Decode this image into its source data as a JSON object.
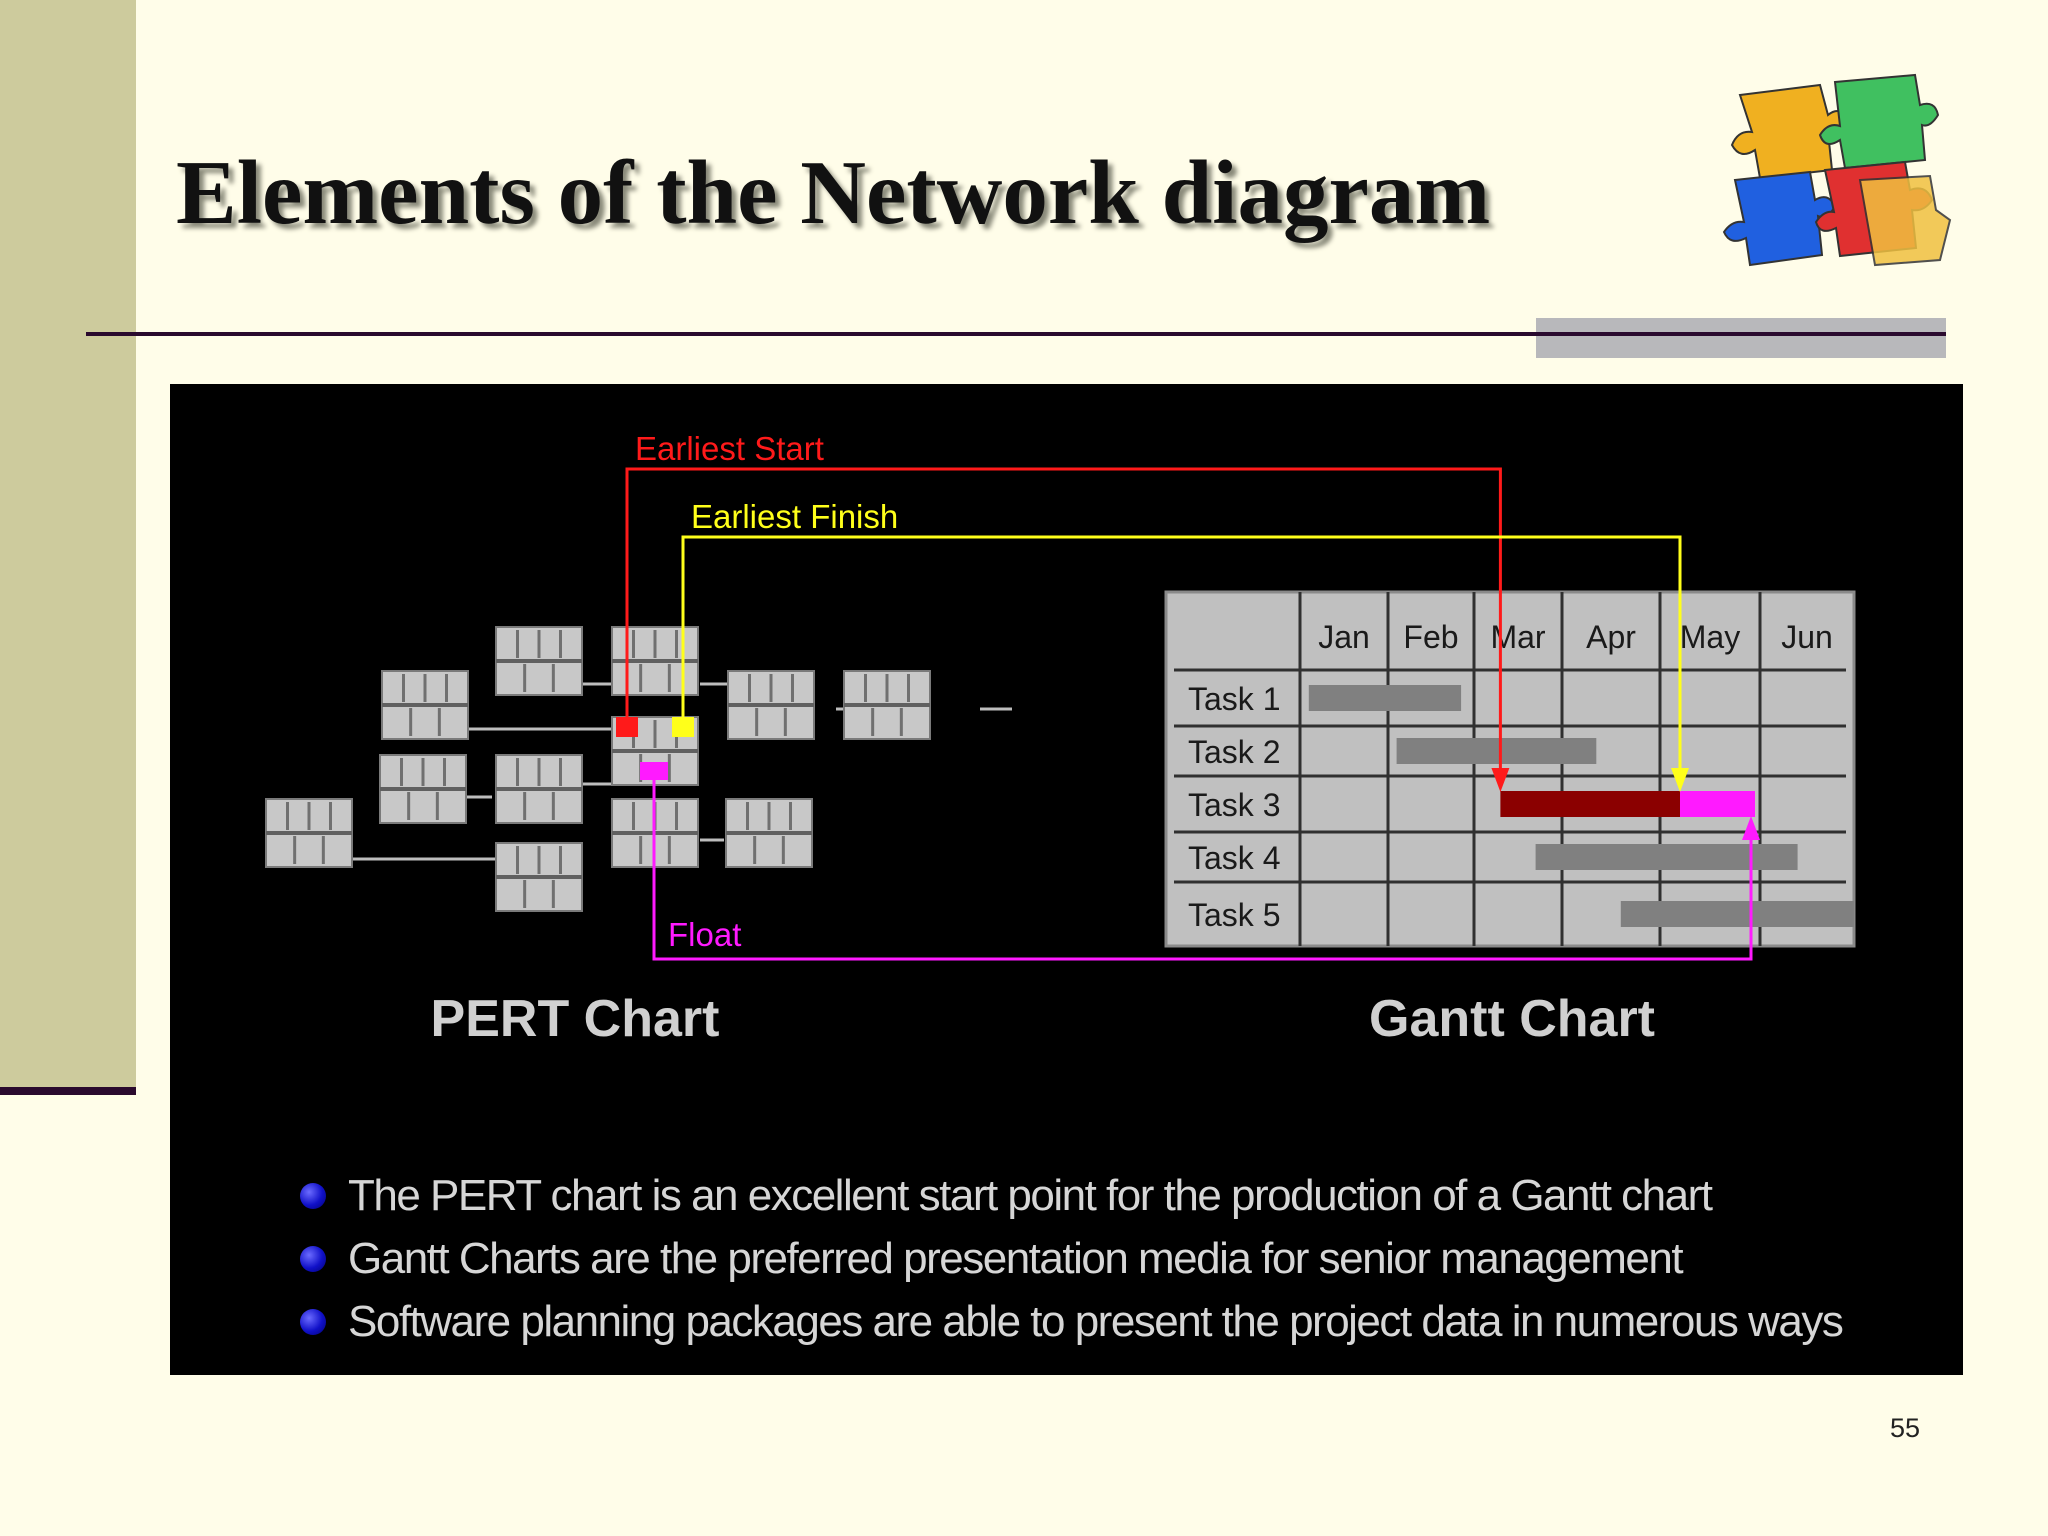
{
  "slide": {
    "title": "Elements of the Network diagram",
    "page_number": "55"
  },
  "diagram": {
    "labels": {
      "earliest_start": "Earliest Start",
      "earliest_finish": "Earliest Finish",
      "float": "Float",
      "pert_chart": "PERT Chart",
      "gantt_chart": "Gantt Chart"
    },
    "colors": {
      "earliest_start": "#ff1a1a",
      "earliest_finish": "#ffff1a",
      "float": "#ff1aff",
      "critical_bar": "#8b0000",
      "task_bar": "#808080",
      "grid_bg": "#c0c0c0"
    },
    "gantt": {
      "months": [
        "Jan",
        "Feb",
        "Mar",
        "Apr",
        "May",
        "Jun"
      ],
      "tasks": [
        {
          "name": "Task 1",
          "start": 0.1,
          "end": 1.85,
          "critical": false
        },
        {
          "name": "Task 2",
          "start": 1.1,
          "end": 3.35,
          "critical": false
        },
        {
          "name": "Task 3",
          "start": 2.3,
          "end": 4.2,
          "critical": true,
          "float_end": 4.95
        },
        {
          "name": "Task 4",
          "start": 2.7,
          "end": 5.4,
          "critical": false
        },
        {
          "name": "Task 5",
          "start": 3.6,
          "end": 6.0,
          "critical": false
        }
      ]
    }
  },
  "bullets": [
    "The PERT chart is an excellent start point for the production of a Gantt chart",
    "Gantt Charts are the preferred presentation media for senior management",
    "Software planning packages are able to present the project data in numerous ways"
  ]
}
